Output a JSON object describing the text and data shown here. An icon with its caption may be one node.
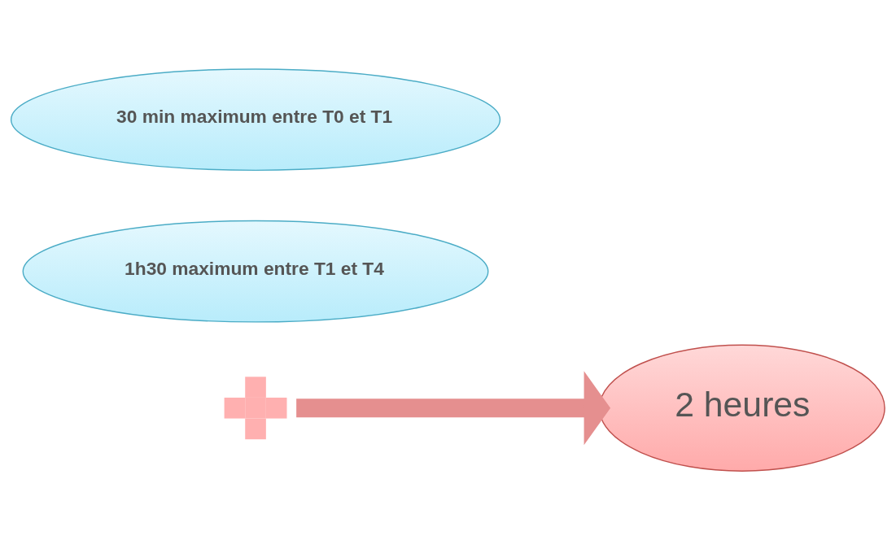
{
  "diagram": {
    "nodes": [
      {
        "text": [
          "30 min maximum entre T0 et T1"
        ]
      },
      {
        "text": [],
        "shape": "plus"
      },
      {
        "text": [
          "1h30 maximum entre T1 et T4"
        ]
      },
      {
        "text": [
          "2 heures"
        ]
      }
    ],
    "edges": [
      {
        "from": 1,
        "to": 3,
        "arrow": "to"
      }
    ]
  }
}
